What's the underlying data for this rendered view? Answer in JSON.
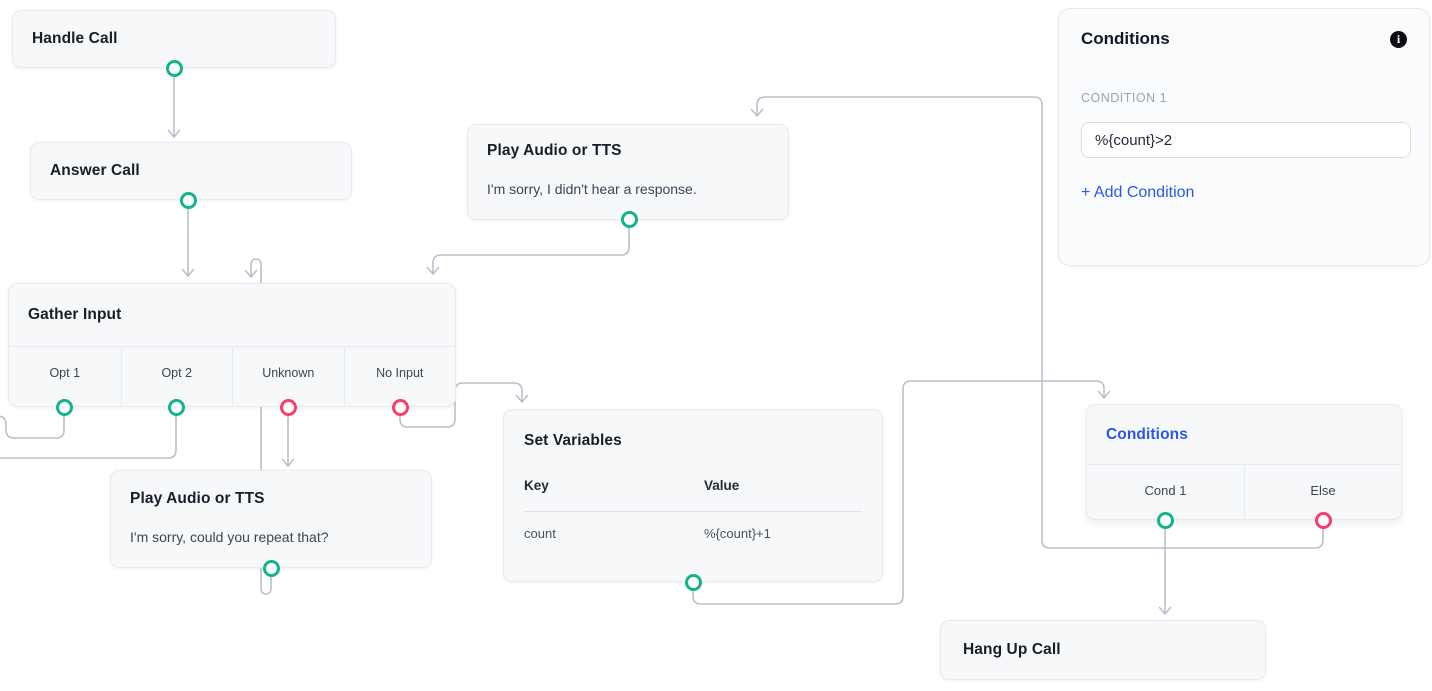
{
  "canvas": {
    "nodes": {
      "handle_call": {
        "title": "Handle Call"
      },
      "answer_call": {
        "title": "Answer Call"
      },
      "play_audio_no_response": {
        "title": "Play Audio or TTS",
        "body": "I'm sorry, I didn't hear a response."
      },
      "gather_input": {
        "title": "Gather Input",
        "options": [
          "Opt 1",
          "Opt 2",
          "Unknown",
          "No Input"
        ]
      },
      "play_audio_repeat": {
        "title": "Play Audio or TTS",
        "body": "I'm sorry, could you repeat that?"
      },
      "set_variables": {
        "title": "Set Variables",
        "columns": {
          "key": "Key",
          "value": "Value"
        },
        "rows": [
          {
            "key": "count",
            "value": "%{count}+1"
          }
        ]
      },
      "conditions": {
        "title": "Conditions",
        "options": [
          "Cond 1",
          "Else"
        ]
      },
      "hang_up_call": {
        "title": "Hang Up Call"
      }
    }
  },
  "panel": {
    "title": "Conditions",
    "info_icon": "i",
    "condition_label": "CONDITION 1",
    "condition_value": "%{count}>2",
    "add_condition_label": "+ Add Condition"
  },
  "colors": {
    "port_green": "#15b28e",
    "port_pink": "#f43f6d",
    "edge_gray": "#b9c0cc",
    "accent_blue": "#2b56e8",
    "node_background": "#f6f8fa"
  }
}
